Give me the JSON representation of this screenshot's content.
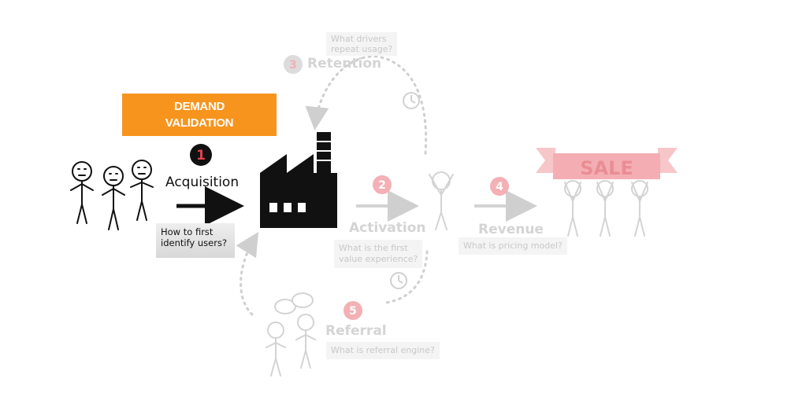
{
  "banner": {
    "label": "DEMAND\nVALIDATION",
    "color": "#f7941d"
  },
  "steps": [
    {
      "number": "1",
      "name": "Acquisition",
      "question": "How to first\nidentify users?",
      "state": "active"
    },
    {
      "number": "2",
      "name": "Activation",
      "question": "What is the first\nvalue experience?",
      "state": "faded"
    },
    {
      "number": "3",
      "name": "Retention",
      "question": "What drivers\nrepeat usage?",
      "state": "faded"
    },
    {
      "number": "4",
      "name": "Revenue",
      "question": "What is pricing model?",
      "state": "faded"
    },
    {
      "number": "5",
      "name": "Referral",
      "question": "What is referral engine?",
      "state": "faded"
    }
  ],
  "sale_sign": "SALE",
  "colors": {
    "accent": "#f7941d",
    "active_badge": "#e2424f",
    "faded_badge": "#f3b0b5",
    "faded": "#d3d3d3",
    "ink": "#111111"
  },
  "icons": [
    "stick-figure-icon",
    "factory-icon",
    "clock-icon",
    "speech-bubble-icon",
    "sale-banner-icon"
  ]
}
